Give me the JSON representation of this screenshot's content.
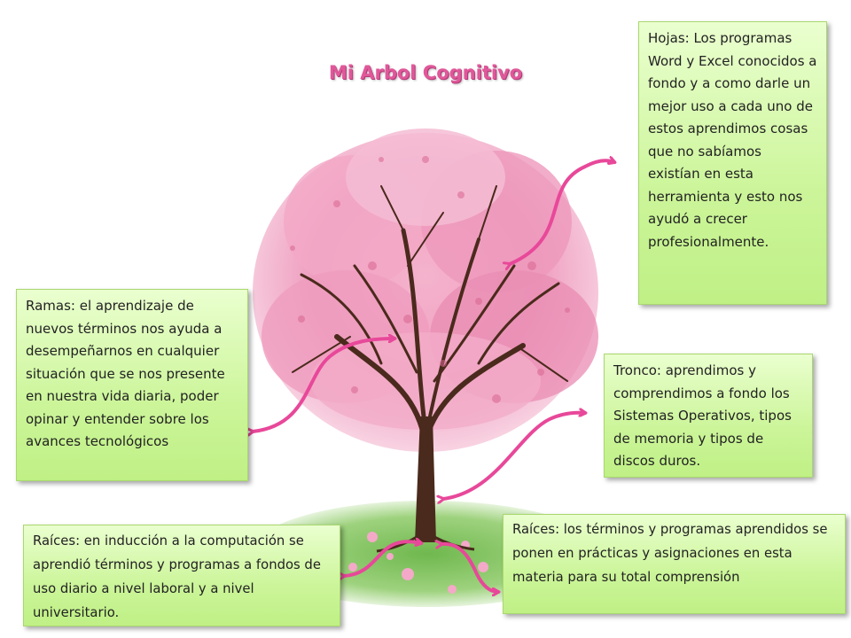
{
  "title": "Mi Arbol Cognitivo",
  "boxes": {
    "hojas": "Hojas: Los programas Word y Excel conocidos a fondo y a como darle un mejor uso a cada uno de estos aprendimos cosas que no sabíamos existían en esta herramienta y esto nos ayudó a crecer profesionalmente.",
    "ramas": "Ramas: el aprendizaje  de nuevos términos nos ayuda a desempeñarnos  en cualquier situación que se nos presente en nuestra vida diaria, poder opinar y entender  sobre los avances tecnológicos",
    "tronco": "Tronco: aprendimos y comprendimos a fondo  los  Sistemas Operativos, tipos de memoria  y tipos de discos duros.",
    "raices_izquierda": "Raíces: en inducción a la computación se aprendió términos y programas a fondos de uso diario a nivel laboral y a nivel universitario.",
    "raices_derecha": "Raíces: los términos y programas aprendidos se ponen en prácticas y asignaciones en esta materia para su total comprensión"
  },
  "colors": {
    "title": "#e0589a",
    "box_fill": "#ccf59a",
    "box_border": "#a9d86e",
    "arrow": "#e8489a",
    "blossom_light": "#f7c6d9",
    "blossom_mid": "#ec8fb5",
    "blossom_dark": "#d9668f",
    "trunk": "#4a2a1c",
    "grass": "#7cc05a"
  }
}
